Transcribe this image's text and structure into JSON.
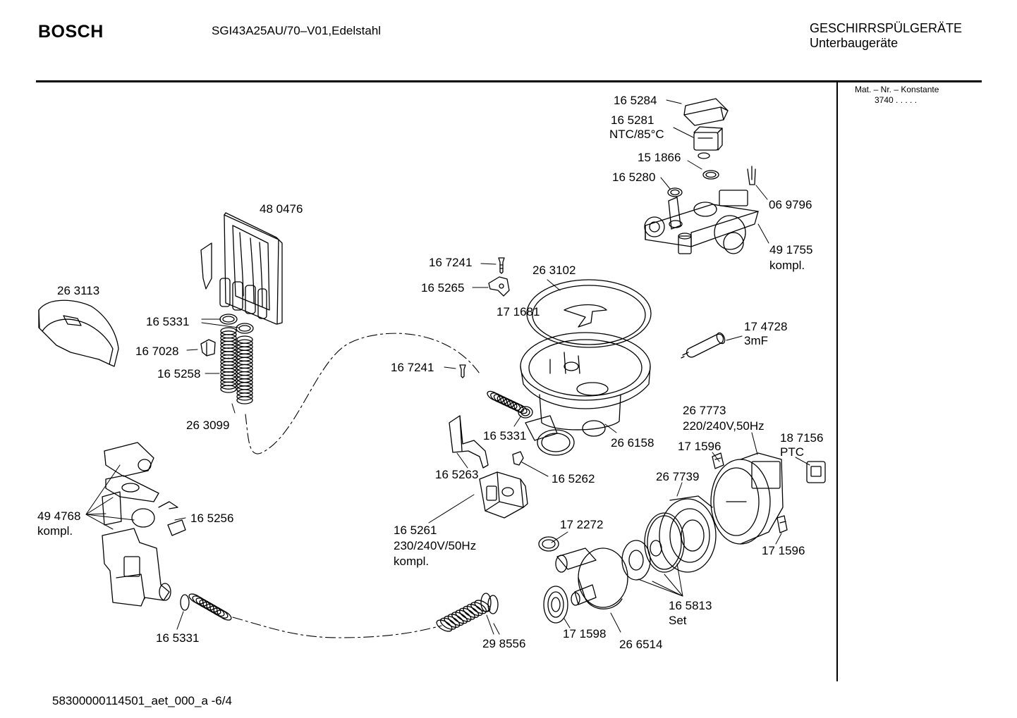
{
  "header": {
    "brand": "BOSCH",
    "model": "SGI43A25AU/70–V01,Edelstahl",
    "category_line1": "GESCHIRRSPÜLGERÄTE",
    "category_line2": "Unterbaugeräte"
  },
  "sidebar": {
    "mat_header": "Mat. – Nr. – Konstante",
    "mat_value": "3740  .  .  .  .  ."
  },
  "footer": {
    "doc_id": "58300000114501_aet_000_a    -6/4"
  },
  "parts": [
    {
      "id": "p01",
      "text": "16 5284"
    },
    {
      "id": "p02",
      "text": "16 5281"
    },
    {
      "id": "p03",
      "text": "NTC/85°C"
    },
    {
      "id": "p04",
      "text": "15 1866"
    },
    {
      "id": "p05",
      "text": "16 5280"
    },
    {
      "id": "p06",
      "text": "06 9796"
    },
    {
      "id": "p07",
      "text": "49 1755"
    },
    {
      "id": "p08",
      "text": "kompl."
    },
    {
      "id": "p09",
      "text": "48 0476"
    },
    {
      "id": "p10",
      "text": "26 3113"
    },
    {
      "id": "p11",
      "text": "16 5331"
    },
    {
      "id": "p12",
      "text": "16 7028"
    },
    {
      "id": "p13",
      "text": "16 5258"
    },
    {
      "id": "p14",
      "text": "26 3099"
    },
    {
      "id": "p15",
      "text": "16 7241"
    },
    {
      "id": "p16",
      "text": "16 5265"
    },
    {
      "id": "p17",
      "text": "26 3102"
    },
    {
      "id": "p18",
      "text": "17 1681"
    },
    {
      "id": "p19",
      "text": "17 4728"
    },
    {
      "id": "p20",
      "text": "3mF"
    },
    {
      "id": "p21",
      "text": "16 7241"
    },
    {
      "id": "p22",
      "text": "16 5331"
    },
    {
      "id": "p23",
      "text": "26 6158"
    },
    {
      "id": "p24",
      "text": "26 7773"
    },
    {
      "id": "p25",
      "text": "220/240V,50Hz"
    },
    {
      "id": "p26",
      "text": "17 1596"
    },
    {
      "id": "p27",
      "text": "18 7156"
    },
    {
      "id": "p28",
      "text": "PTC"
    },
    {
      "id": "p29",
      "text": "16 5263"
    },
    {
      "id": "p30",
      "text": "16 5262"
    },
    {
      "id": "p31",
      "text": "26 7739"
    },
    {
      "id": "p32",
      "text": "49 4768"
    },
    {
      "id": "p33",
      "text": "kompl."
    },
    {
      "id": "p34",
      "text": "16 5256"
    },
    {
      "id": "p35",
      "text": "16 5261"
    },
    {
      "id": "p36",
      "text": "230/240V/50Hz"
    },
    {
      "id": "p37",
      "text": "kompl."
    },
    {
      "id": "p38",
      "text": "17 2272"
    },
    {
      "id": "p39",
      "text": "17 1596"
    },
    {
      "id": "p40",
      "text": "16 5813"
    },
    {
      "id": "p41",
      "text": "Set"
    },
    {
      "id": "p42",
      "text": "16 5331"
    },
    {
      "id": "p43",
      "text": "29 8556"
    },
    {
      "id": "p44",
      "text": "17 1598"
    },
    {
      "id": "p45",
      "text": "26 6514"
    }
  ]
}
